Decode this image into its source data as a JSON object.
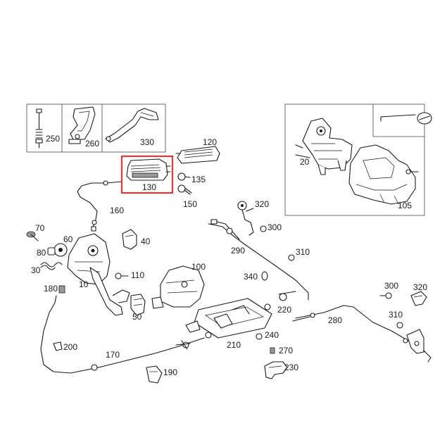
{
  "diagram": {
    "highlight_color": "#e53935",
    "line_color": "#1a1a1a",
    "highlighted_part": "130",
    "callouts": {
      "p250": "250",
      "p260": "260",
      "p330": "330",
      "p120": "120",
      "p130": "130",
      "p135": "135",
      "p150": "150",
      "p160": "160",
      "p20": "20",
      "p105": "105",
      "p320a": "320",
      "p300a": "300",
      "p290": "290",
      "p310a": "310",
      "p340": "340",
      "p70": "70",
      "p60": "60",
      "p80": "80",
      "p40": "40",
      "p30": "30",
      "p110": "110",
      "p100": "100",
      "p10": "10",
      "p180": "180",
      "p50": "50",
      "p220": "220",
      "p280": "280",
      "p300b": "300",
      "p320b": "320",
      "p310b": "310",
      "p240": "240",
      "p210": "210",
      "p200": "200",
      "p270": "270",
      "p170": "170",
      "p230": "230",
      "p190": "190"
    }
  }
}
